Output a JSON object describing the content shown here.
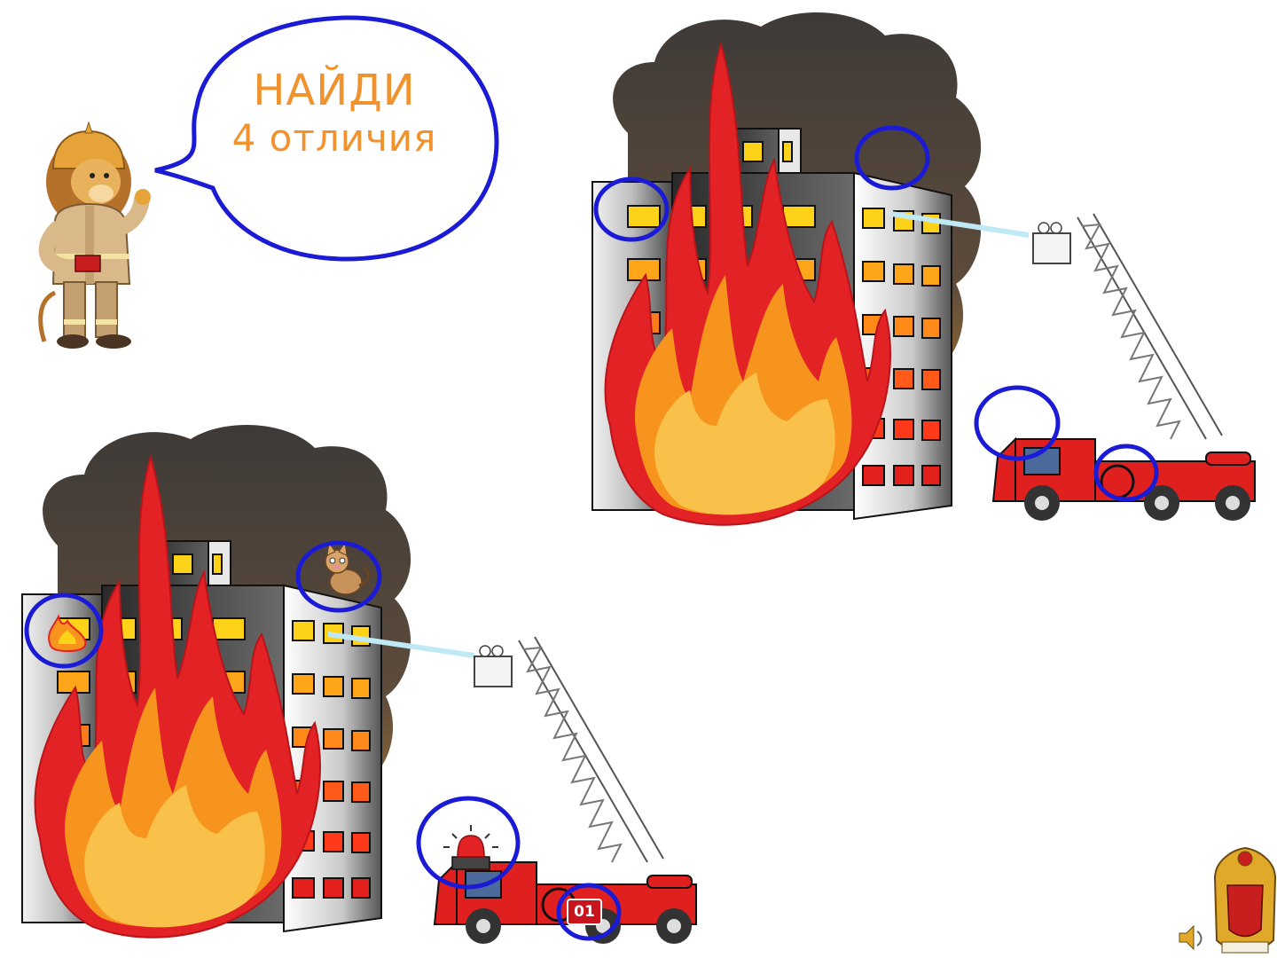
{
  "bubble": {
    "line1": "НАЙДИ",
    "line2": "4 отличия"
  },
  "truck": {
    "number_label": "01"
  },
  "icons": {
    "mascot": "lion-firefighter-icon",
    "emblem": "fire-service-emblem-icon",
    "audio": "speaker-icon",
    "cat": "cat-icon",
    "flame": "small-flame-icon",
    "siren": "siren-light-icon"
  },
  "colors": {
    "circle": "#1b1bd6",
    "text": "#f0922e",
    "truck": "#e0201e",
    "smoke": "#4a4440",
    "flame_red": "#e32226",
    "flame_orange": "#f7941d",
    "flame_yellow": "#f9c04a"
  },
  "found_differences": 4
}
